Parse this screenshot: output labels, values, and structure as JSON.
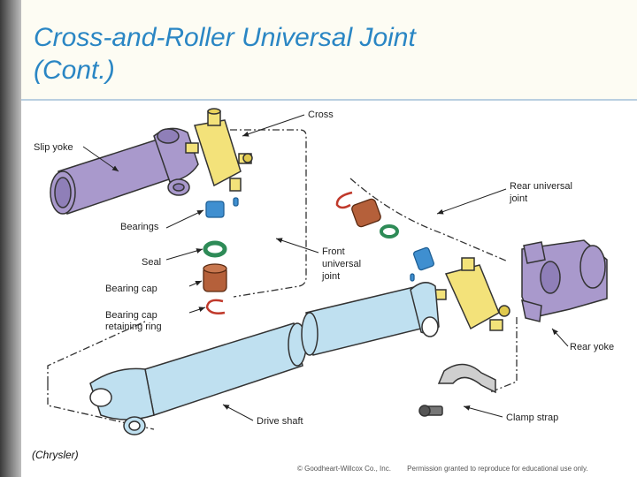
{
  "slide": {
    "title_line1": "Cross-and-Roller Universal Joint",
    "title_line2": "(Cont.)",
    "credit": "(Chrysler)"
  },
  "diagram": {
    "labels": {
      "cross": "Cross",
      "slip_yoke": "Slip yoke",
      "bearings": "Bearings",
      "seal": "Seal",
      "bearing_cap": "Bearing cap",
      "retaining_ring_1": "Bearing cap",
      "retaining_ring_2": "retaining ring",
      "front_uj_1": "Front",
      "front_uj_2": "universal",
      "front_uj_3": "joint",
      "rear_uj_1": "Rear universal",
      "rear_uj_2": "joint",
      "rear_yoke": "Rear yoke",
      "drive_shaft": "Drive shaft",
      "clamp_strap": "Clamp strap"
    },
    "colors": {
      "yoke": "#a999cc",
      "cross": "#f3e27a",
      "bearing": "#3f8fd0",
      "seal": "#2e8b57",
      "cap": "#b5603a",
      "ring": "#c0392b",
      "shaft": "#bfe0f0",
      "clamp": "#cfcfcf"
    }
  },
  "footer": {
    "copyright": "© Goodheart-Willcox Co., Inc.",
    "permission": "Permission granted to reproduce for educational use only."
  }
}
